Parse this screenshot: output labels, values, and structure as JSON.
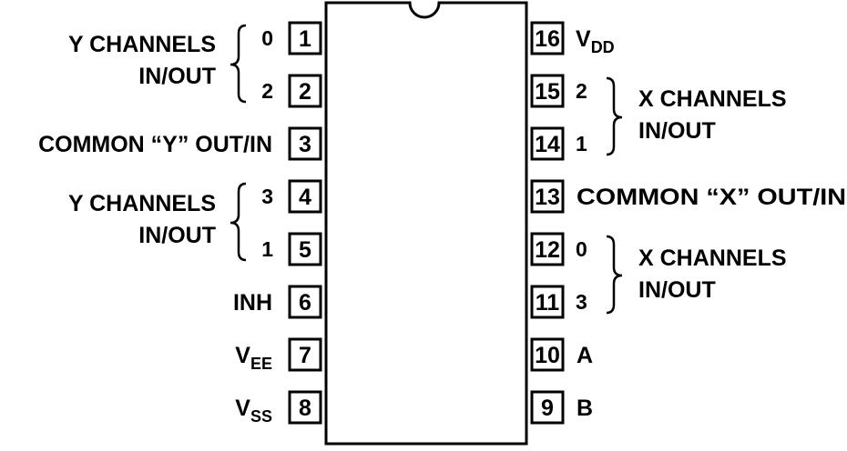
{
  "left_pins": [
    {
      "number": "1",
      "channel": "0"
    },
    {
      "number": "2",
      "channel": "2"
    },
    {
      "number": "3",
      "label": "COMMON “Y” OUT/IN"
    },
    {
      "number": "4",
      "channel": "3"
    },
    {
      "number": "5",
      "channel": "1"
    },
    {
      "number": "6",
      "label": "INH"
    },
    {
      "number": "7",
      "label_main": "V",
      "label_sub": "EE"
    },
    {
      "number": "8",
      "label_main": "V",
      "label_sub": "SS"
    }
  ],
  "right_pins": [
    {
      "number": "16",
      "label_main": "V",
      "label_sub": "DD"
    },
    {
      "number": "15",
      "channel": "2"
    },
    {
      "number": "14",
      "channel": "1"
    },
    {
      "number": "13",
      "label": "COMMON “X” OUT/IN"
    },
    {
      "number": "12",
      "channel": "0"
    },
    {
      "number": "11",
      "channel": "3"
    },
    {
      "number": "10",
      "label": "A"
    },
    {
      "number": "9",
      "label": "B"
    }
  ],
  "groups": {
    "y_top": {
      "line1": "Y CHANNELS",
      "line2": "IN/OUT"
    },
    "y_bottom": {
      "line1": "Y CHANNELS",
      "line2": "IN/OUT"
    },
    "x_top": {
      "line1": "X CHANNELS",
      "line2": "IN/OUT"
    },
    "x_bottom": {
      "line1": "X CHANNELS",
      "line2": "IN/OUT"
    }
  }
}
